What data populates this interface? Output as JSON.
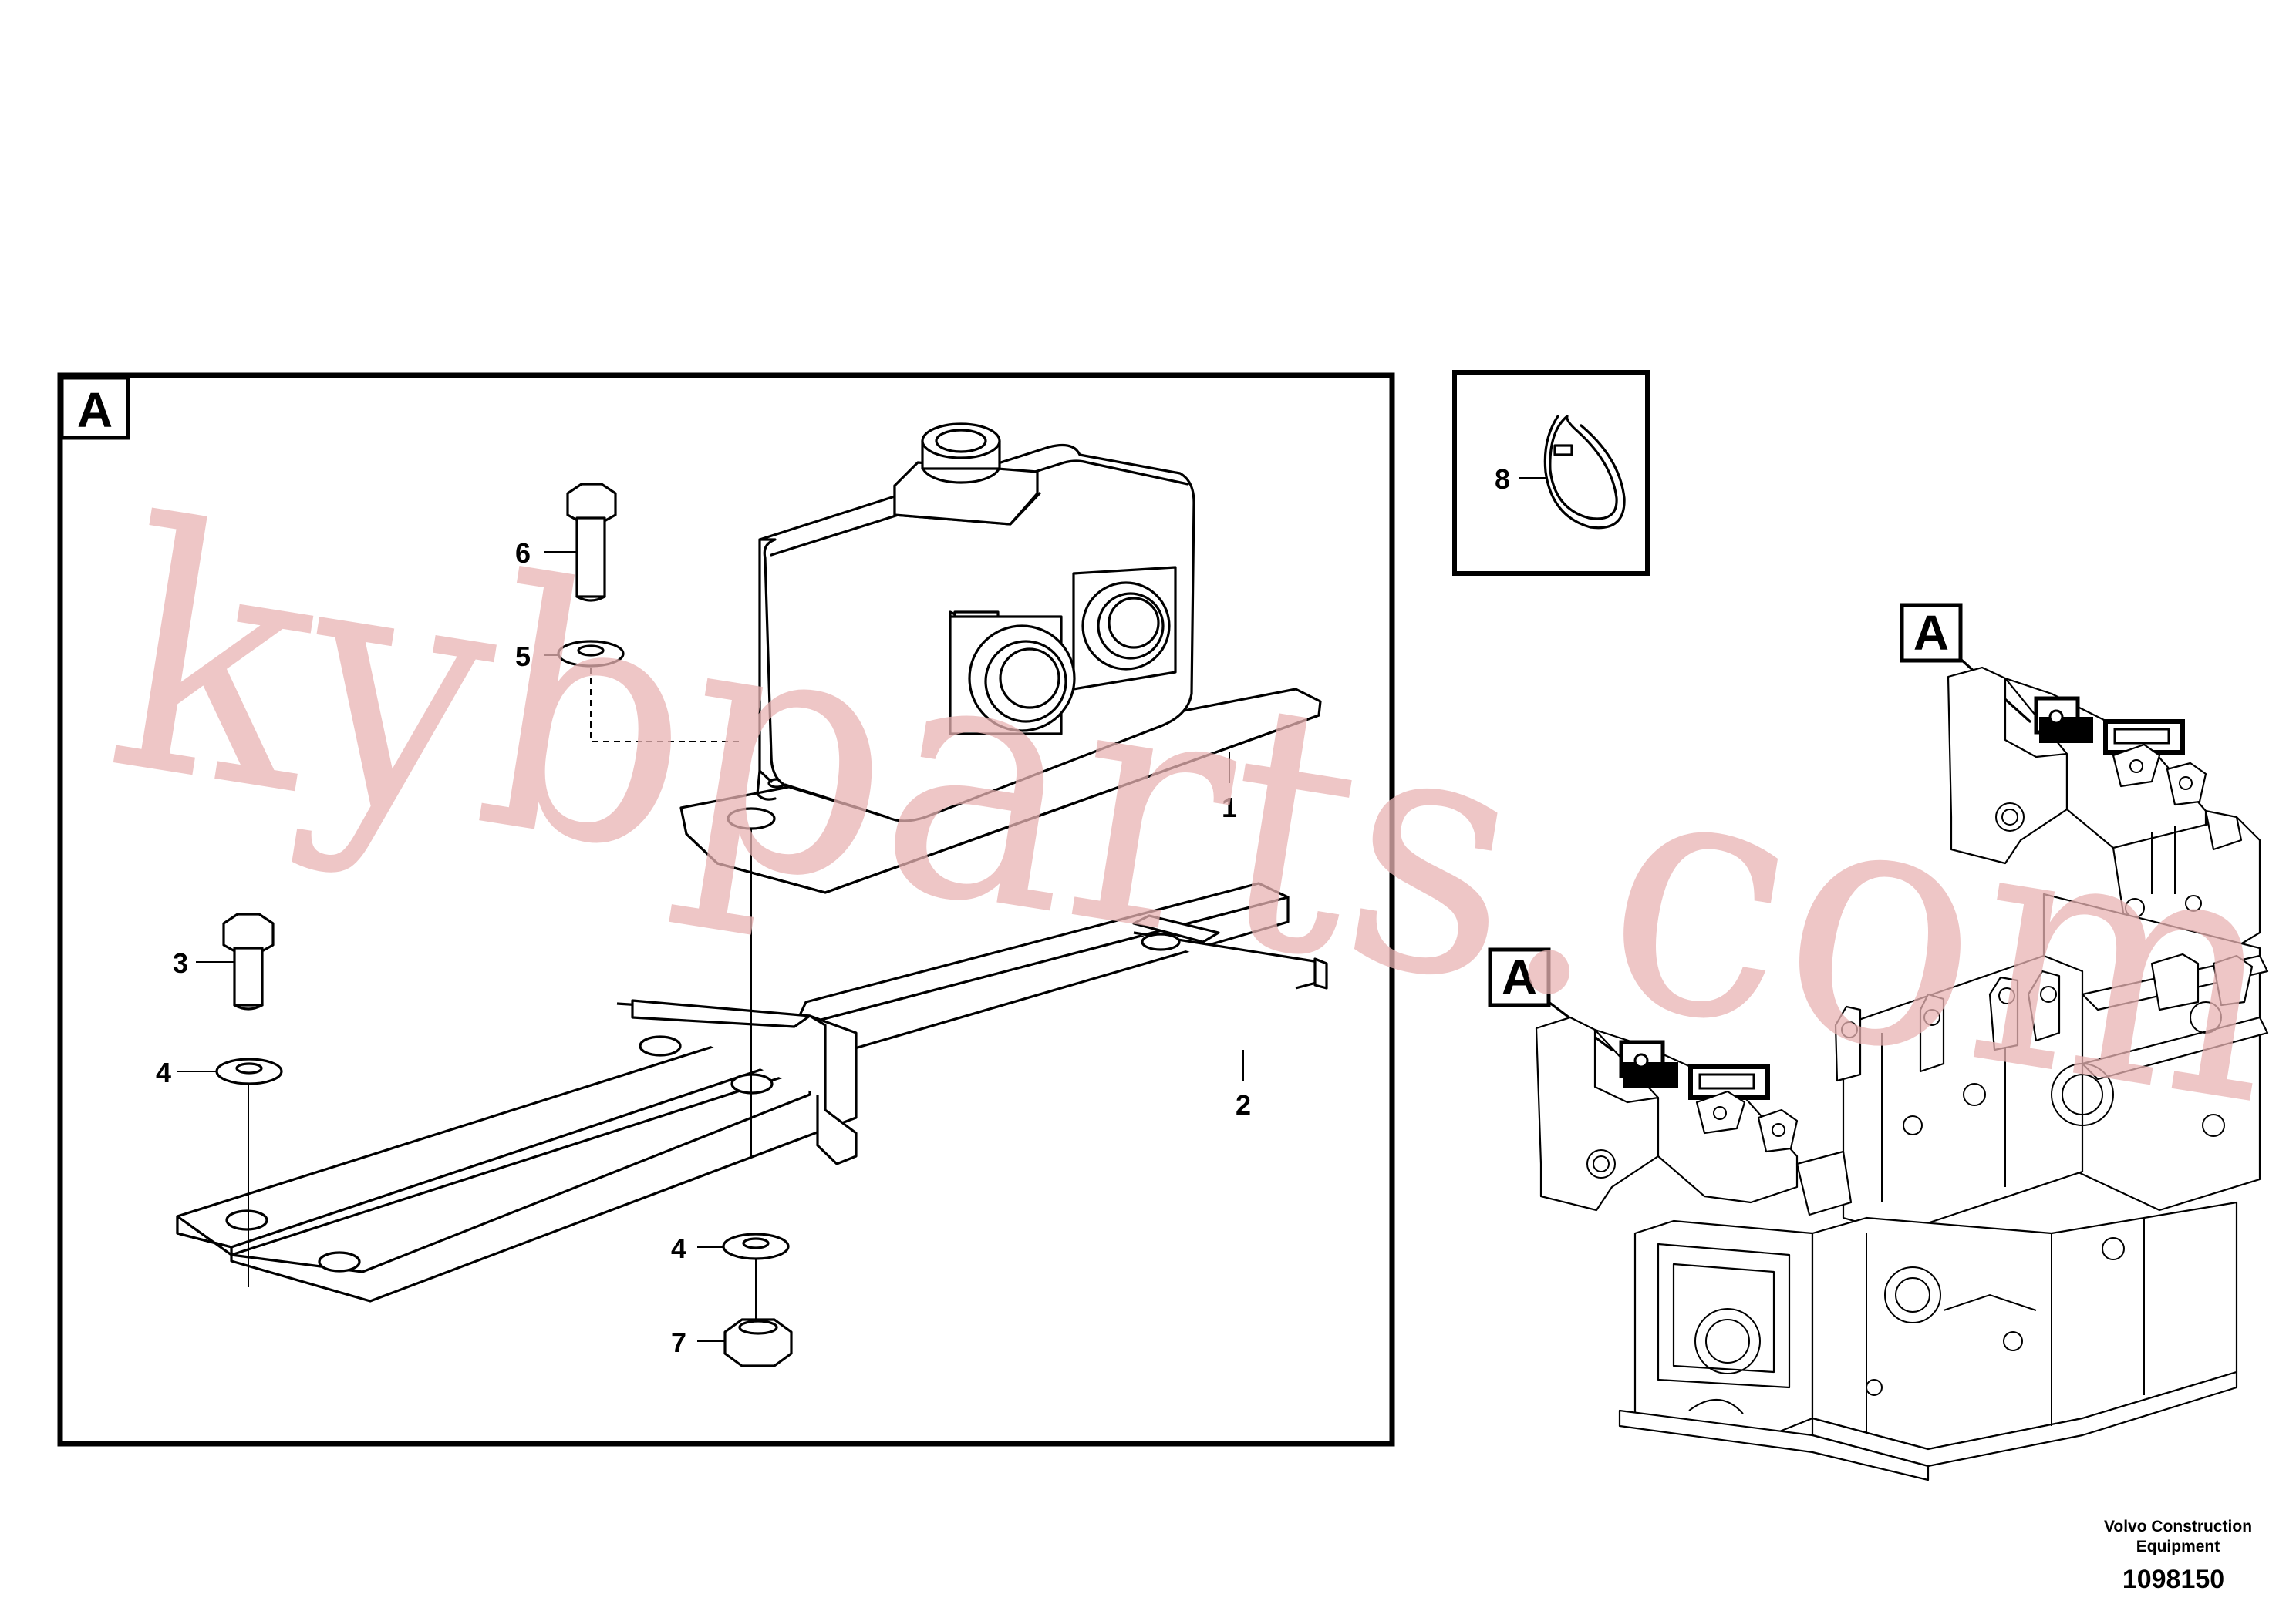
{
  "detail": {
    "view_label": "A",
    "parts": {
      "p1": "1",
      "p2": "2",
      "p3": "3",
      "p4a": "4",
      "p4b": "4",
      "p5": "5",
      "p6": "6",
      "p7": "7"
    }
  },
  "strap_box": {
    "part": "8"
  },
  "overview": {
    "callout_a_upper": "A",
    "callout_a_lower": "A"
  },
  "watermark": "kybparts.com",
  "footer": {
    "company_line1": "Volvo Construction",
    "company_line2": "Equipment",
    "drawing_number": "1098150"
  },
  "colors": {
    "line": "#000000",
    "watermark": "#e8b3b3",
    "background": "#ffffff"
  }
}
